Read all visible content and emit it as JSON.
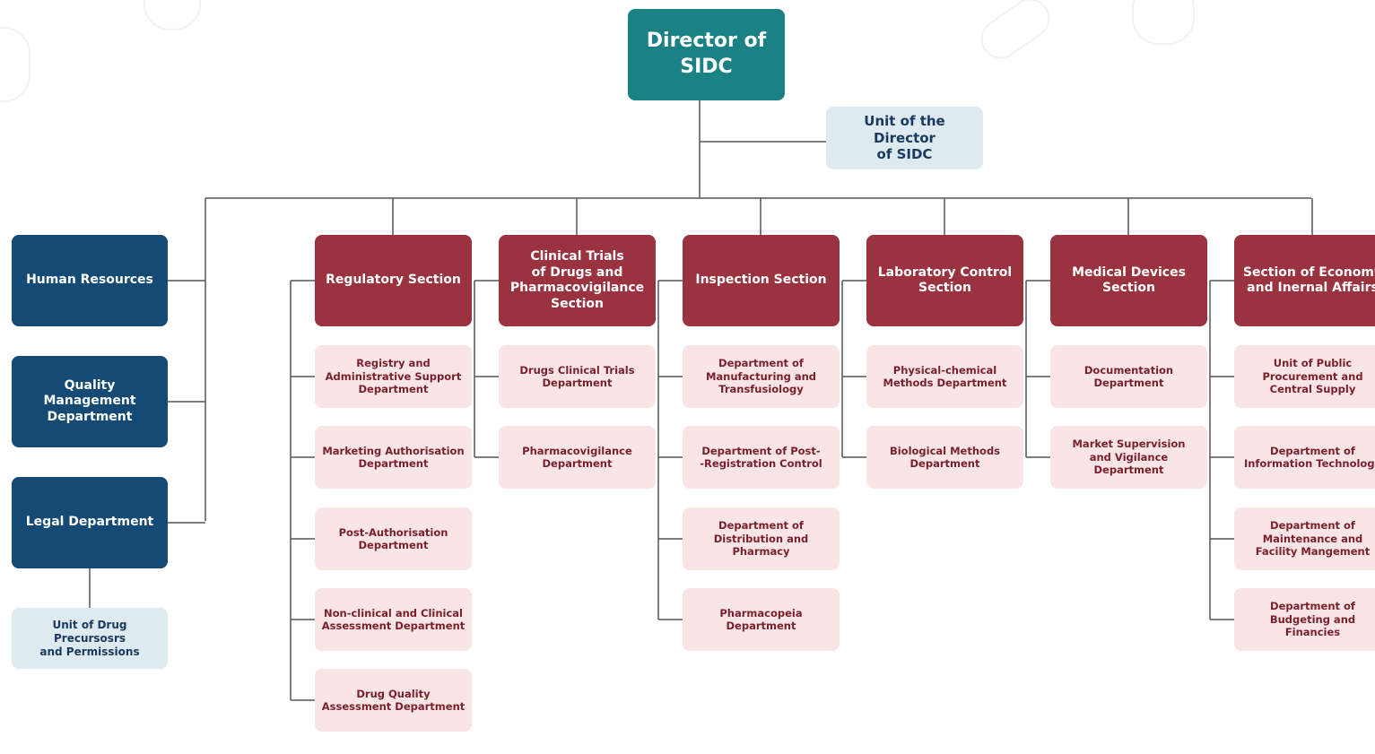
{
  "root": {
    "label": "Director of\nSIDC"
  },
  "unit_director": {
    "label": "Unit of the Director\nof SIDC"
  },
  "staff": [
    {
      "label": "Human Resources"
    },
    {
      "label": "Quality\nManagement\nDepartment"
    },
    {
      "label": "Legal Department"
    }
  ],
  "staff_sub": {
    "label": "Unit of Drug Precursosrs\nand Permissions"
  },
  "sections": [
    {
      "label": "Regulatory Section",
      "departments": [
        "Registry and\nAdministrative Support\nDepartment",
        "Marketing Authorisation\nDepartment",
        "Post-Authorisation\nDepartment",
        "Non-clinical and Clinical\nAssessment Department",
        "Drug Quality\nAssessment Department"
      ]
    },
    {
      "label": "Clinical Trials\nof Drugs and\nPharmacovigilance\nSection",
      "departments": [
        "Drugs Clinical Trials\nDepartment",
        "Pharmacovigilance\nDepartment"
      ]
    },
    {
      "label": "Inspection Section",
      "departments": [
        "Department of\nManufacturing and\nTransfusiology",
        "Department of Post-\n-Registration Control",
        "Department of\nDistribution and\nPharmacy",
        "Pharmacopeia\nDepartment"
      ]
    },
    {
      "label": "Laboratory Control\nSection",
      "departments": [
        "Physical-chemical\nMethods Department",
        "Biological Methods\nDepartment"
      ]
    },
    {
      "label": "Medical Devices\nSection",
      "departments": [
        "Documentation\nDepartment",
        "Market Supervision\nand Vigilance\nDepartment"
      ]
    },
    {
      "label": "Section of Economy\nand Inernal Affairs",
      "departments": [
        "Unit of Public\nProcurement and\nCentral Supply",
        "Department of\nInformation Technology",
        "Department of\nMaintenance and\nFacility Mangement",
        "Department of\nBudgeting and\nFinancies"
      ]
    }
  ],
  "colors": {
    "root": "#1a8285",
    "staff": "#144a73",
    "light_blue": "#dfe9f0",
    "section": "#9b323f",
    "department": "#f9e4e6",
    "connector": "#555555"
  }
}
